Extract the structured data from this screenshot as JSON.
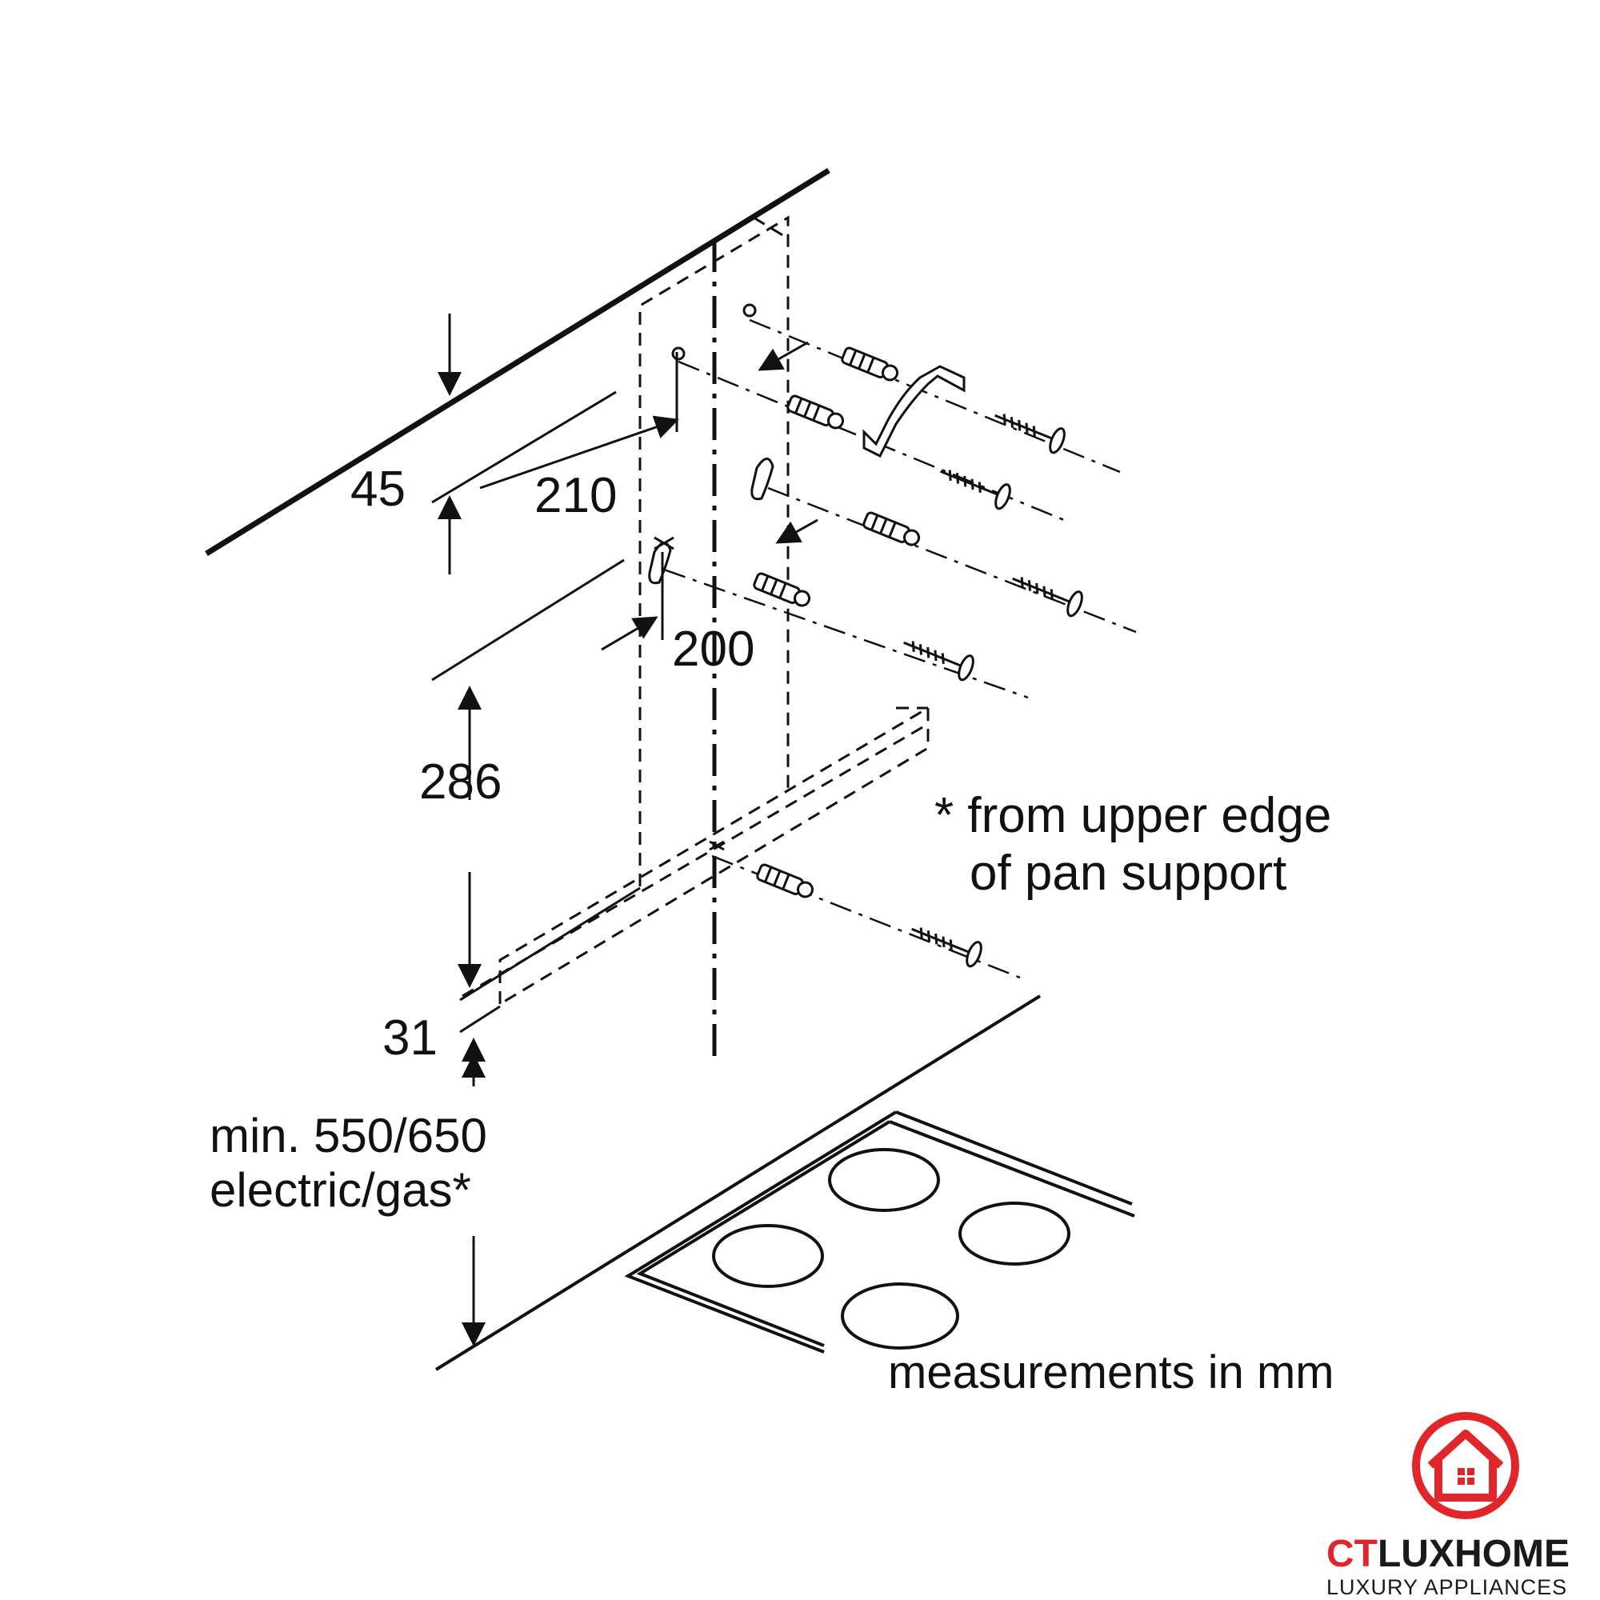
{
  "dimensions": {
    "top_offset": "45",
    "hole_spacing_upper": "210",
    "hole_spacing_lower": "200",
    "vertical_span": "286",
    "bottom_offset": "31"
  },
  "clearance": {
    "line1": "min. 550/650",
    "line2": "electric/gas*"
  },
  "footnote": {
    "line1": "* from upper edge",
    "line2": "of pan support"
  },
  "units_note": "measurements in mm",
  "brand": {
    "name_part1": "CT",
    "name_part2": "LUXHOME",
    "tagline": "LUXURY APPLIANCES",
    "colors": {
      "red": "#e0262b",
      "dark": "#1a1a1a"
    }
  }
}
